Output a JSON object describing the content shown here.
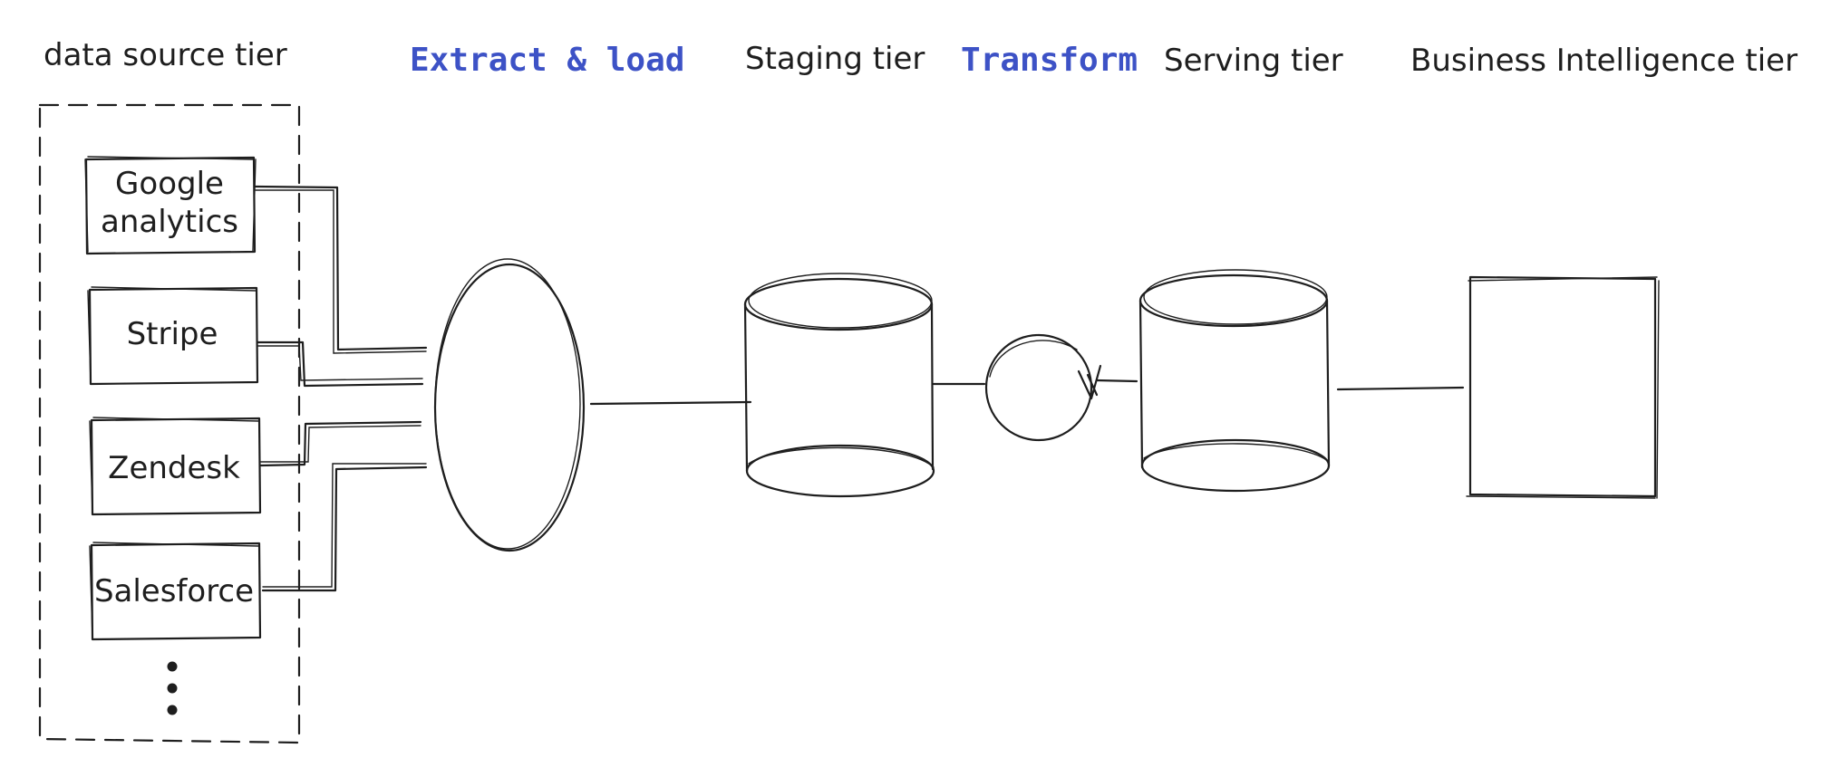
{
  "colors": {
    "ink": "#1e1e1e",
    "accent": "#3d52c6",
    "background": "#ffffff"
  },
  "tiers": {
    "data_source": "data source tier",
    "extract_load": "Extract & load",
    "staging": "Staging tier",
    "transform": "Transform",
    "serving": "Serving tier",
    "bi": "Business Intelligence tier"
  },
  "sources": {
    "google_line1": "Google",
    "google_line2": "analytics",
    "stripe": "Stripe",
    "zendesk": "Zendesk",
    "salesforce": "Salesforce"
  }
}
